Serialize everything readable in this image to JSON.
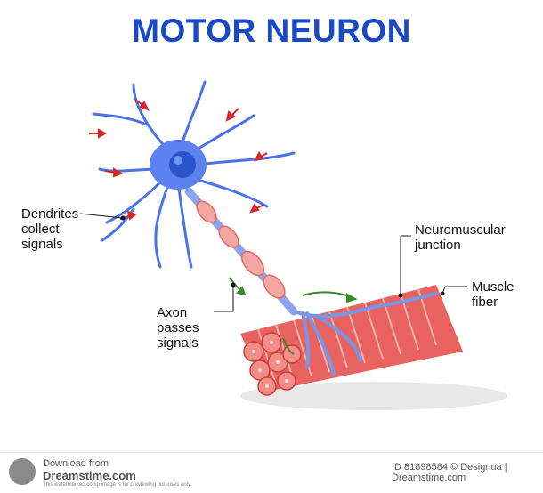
{
  "title": "MOTOR NEURON",
  "colors": {
    "title": "#1a49c7",
    "neuron": "#4a73e8",
    "nucleus": "#2a55c9",
    "muscle": "#e85a5a",
    "arrow": "#d8262b",
    "signal_arrow": "#3a8a2a"
  },
  "labels": {
    "dendrites": "Dendrites\ncollect\nsignals",
    "neuromuscular": "Neuromuscular\njunction",
    "muscle": "Muscle\nfiber",
    "axon": "Axon\npasses\nsignals"
  },
  "footer": {
    "download": "Download from",
    "site": "Dreamstime.com",
    "note": "This watermarked comp image is for previewing purposes only.",
    "id": "ID 81898584 © Designua | Dreamstime.com"
  }
}
